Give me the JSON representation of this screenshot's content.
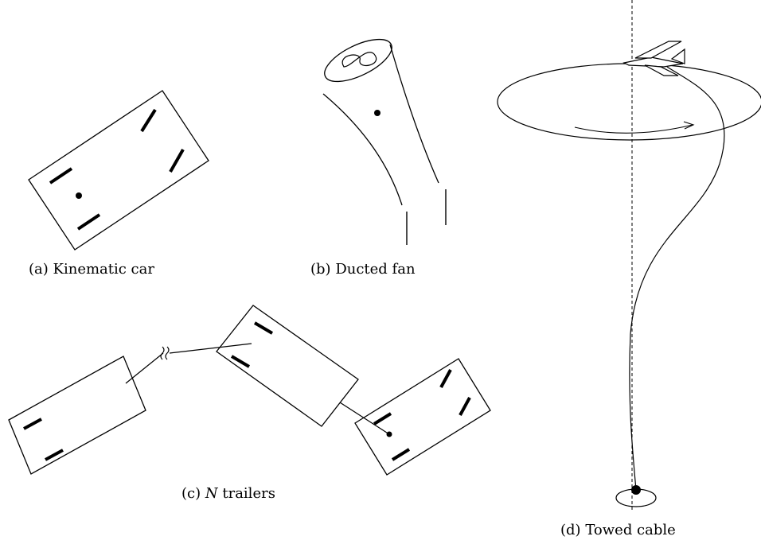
{
  "figure": {
    "captions": {
      "a": {
        "label": "(a)",
        "text": "Kinematic car"
      },
      "b": {
        "label": "(b)",
        "text": "Ducted fan"
      },
      "c": {
        "label": "(c)",
        "var": "N",
        "text": "trailers"
      },
      "d": {
        "label": "(d)",
        "text": "Towed cable"
      }
    }
  }
}
